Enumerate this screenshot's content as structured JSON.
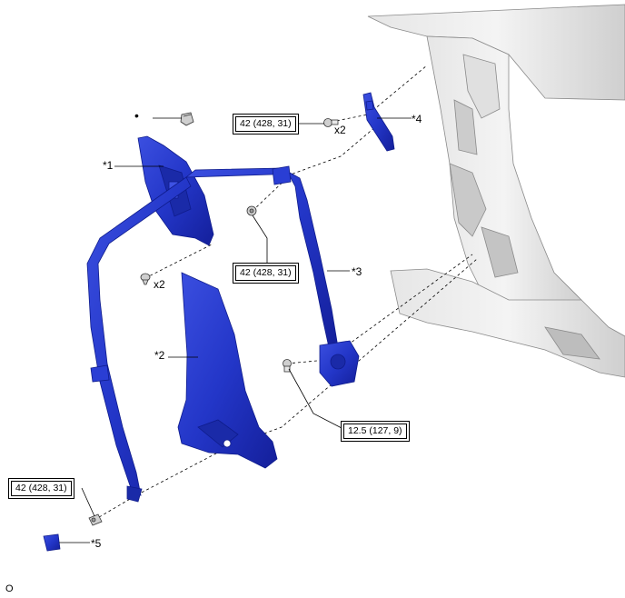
{
  "labels": {
    "part1": "*1",
    "part2": "*2",
    "part3": "*3",
    "part4": "*4",
    "part5": "*5"
  },
  "qty": {
    "upper_bolt": "x2",
    "lower_clip": "x2"
  },
  "torque": {
    "anchor_bolt_top": "42 (428, 31)",
    "shoulder_anchor": "42 (428, 31)",
    "retractor_bolt": "12.5 (127, 9)",
    "floor_anchor": "42 (428, 31)"
  },
  "marks": {
    "bullet": "•",
    "footer_code": "O"
  },
  "colors": {
    "part_blue": "#2336c8",
    "part_blue_dark": "#0f1c8c",
    "body_gray": "#d7d7d7",
    "line": "#000000"
  }
}
